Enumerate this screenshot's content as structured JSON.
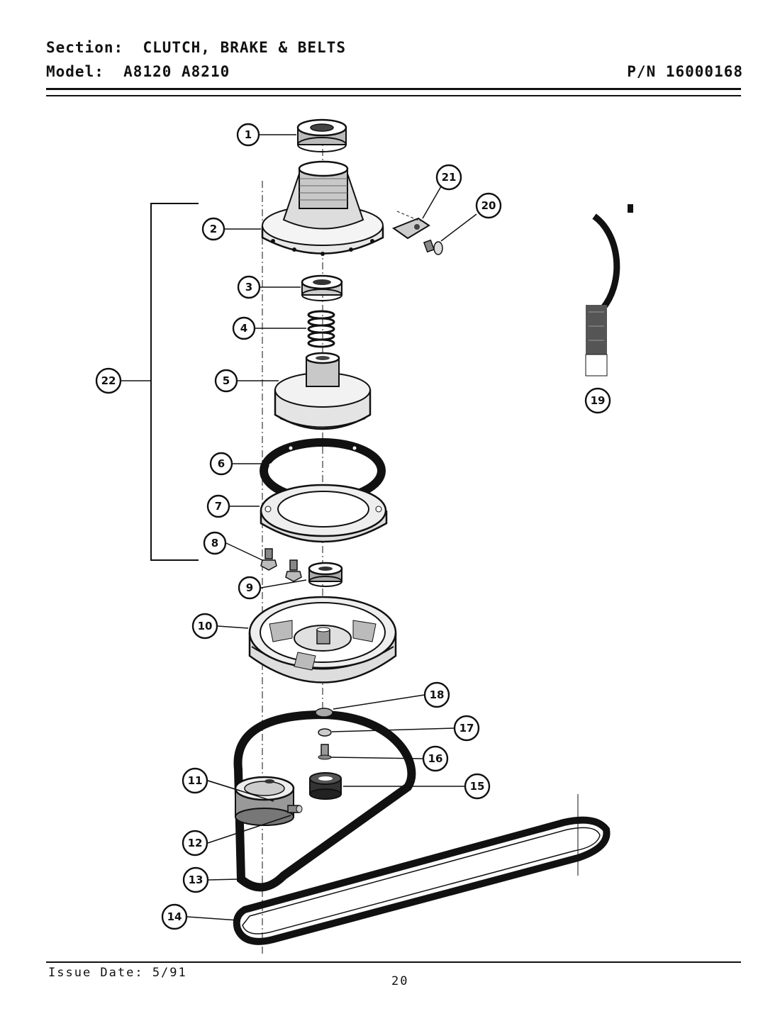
{
  "header": {
    "section_label": "Section:",
    "section_value": "CLUTCH, BRAKE & BELTS",
    "model_label": "Model:",
    "model_value": "A8120  A8210",
    "part_number": "P/N 16000168"
  },
  "callouts": [
    "1",
    "2",
    "3",
    "4",
    "5",
    "6",
    "7",
    "8",
    "9",
    "10",
    "11",
    "12",
    "13",
    "14",
    "15",
    "16",
    "17",
    "18",
    "19",
    "20",
    "21",
    "22"
  ],
  "footer": {
    "issue_date": "Issue Date: 5/91",
    "page_number": "20"
  }
}
